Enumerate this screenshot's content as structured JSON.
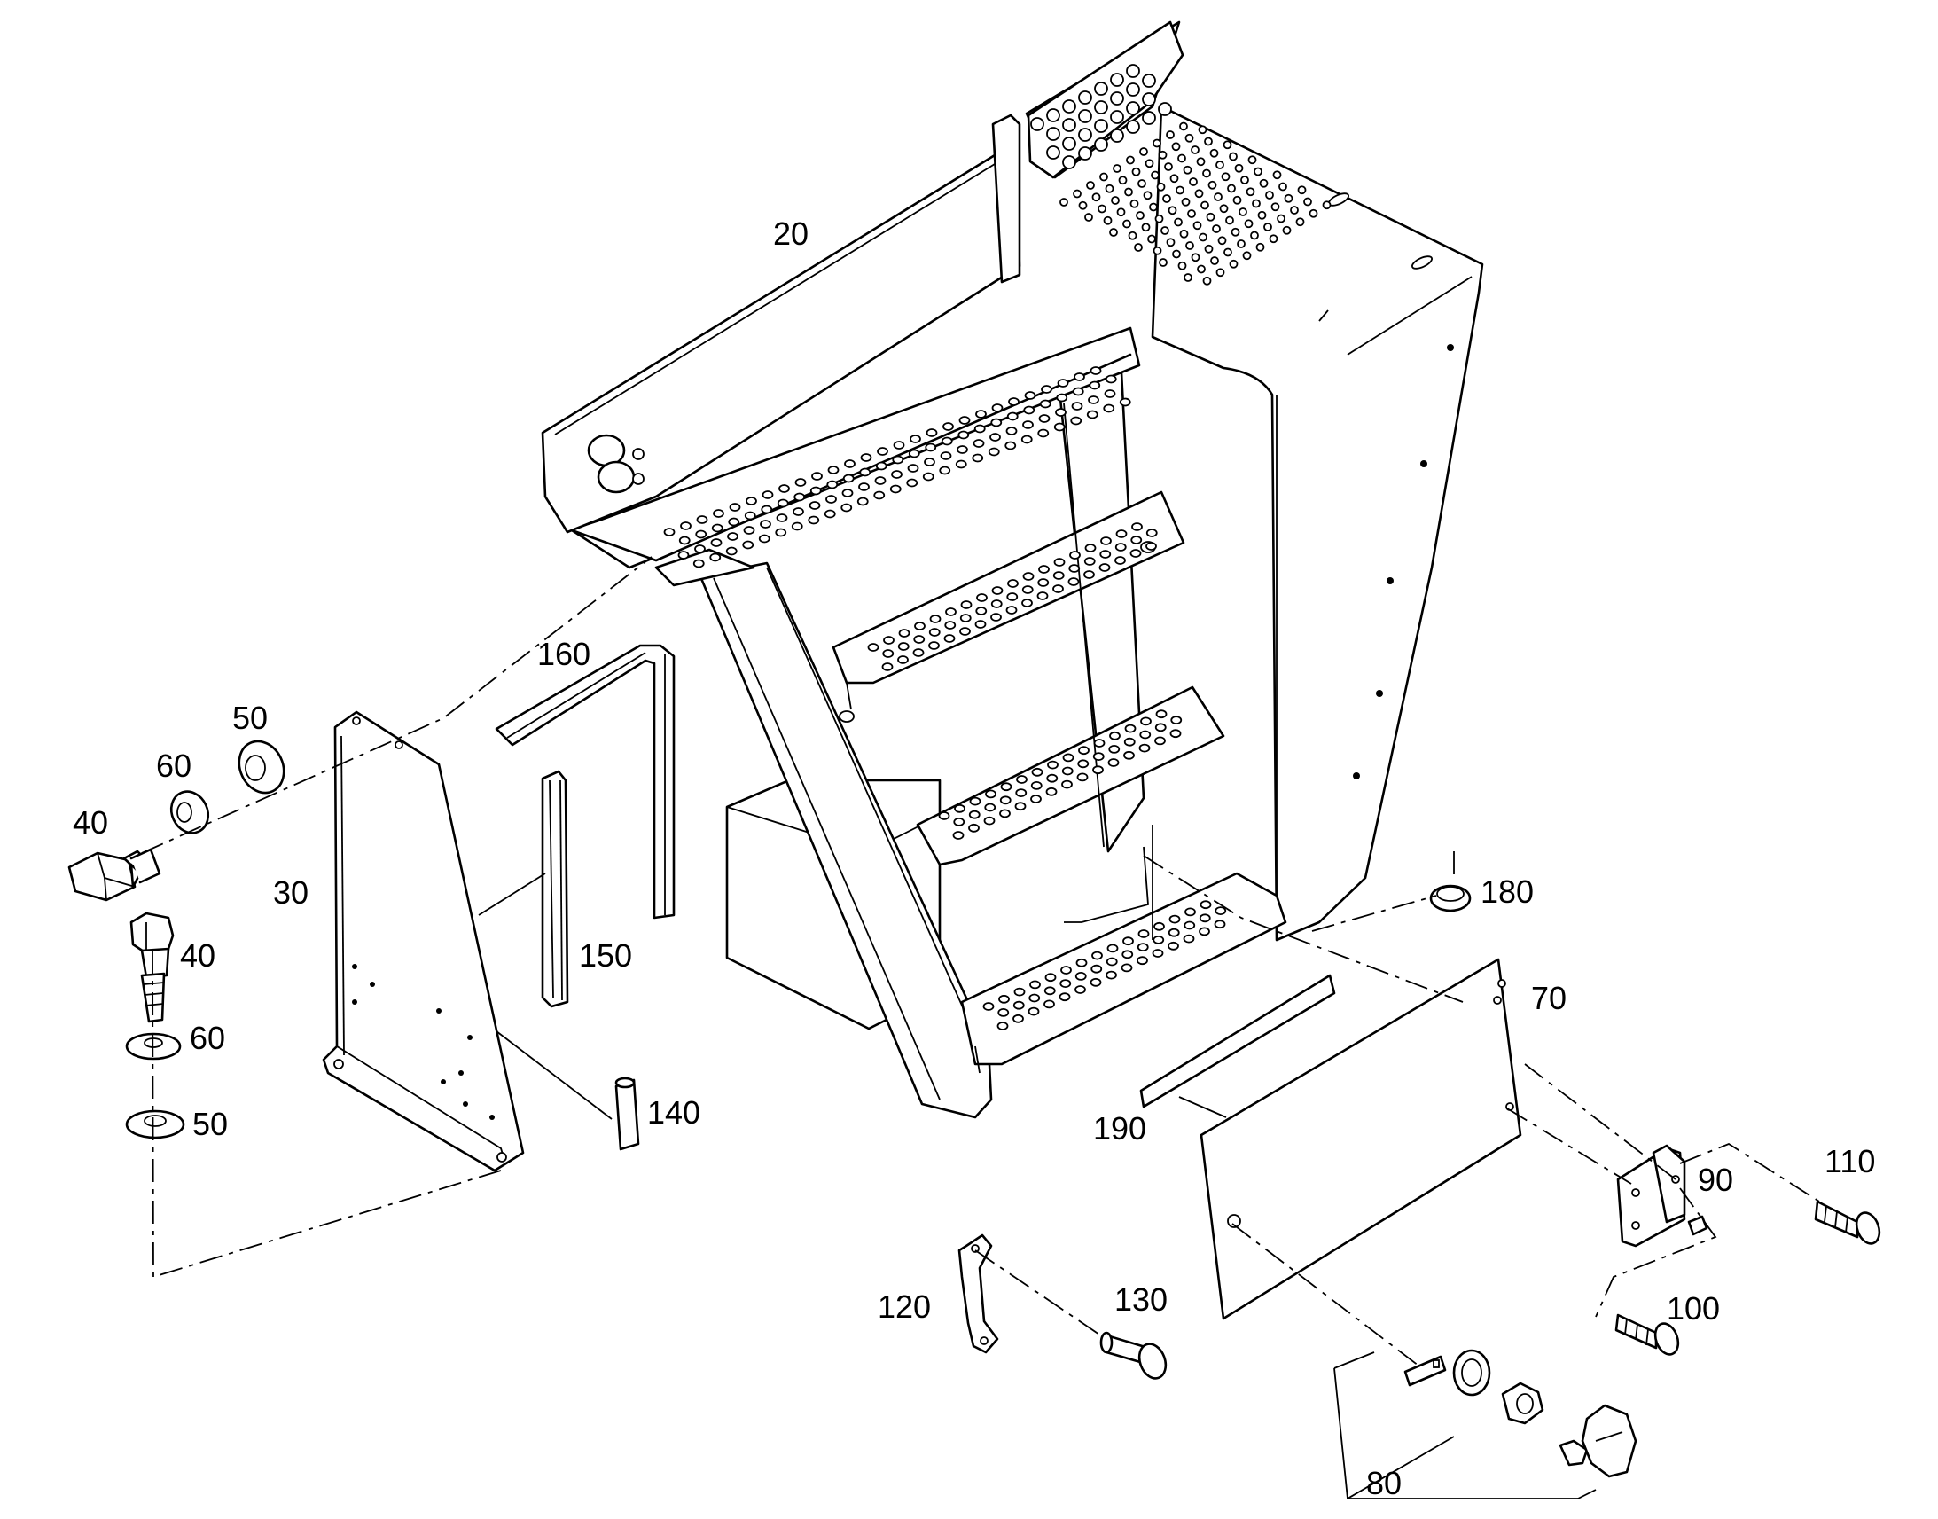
{
  "diagram": {
    "labels": {
      "p20": "20",
      "p30": "30",
      "p40a": "40",
      "p40b": "40",
      "p50a": "50",
      "p50b": "50",
      "p60a": "60",
      "p60b": "60",
      "p70": "70",
      "p80": "80",
      "p90": "90",
      "p100": "100",
      "p110": "110",
      "p120": "120",
      "p130": "130",
      "p140": "140",
      "p150": "150",
      "p160": "160",
      "p180": "180",
      "p190": "190"
    }
  }
}
